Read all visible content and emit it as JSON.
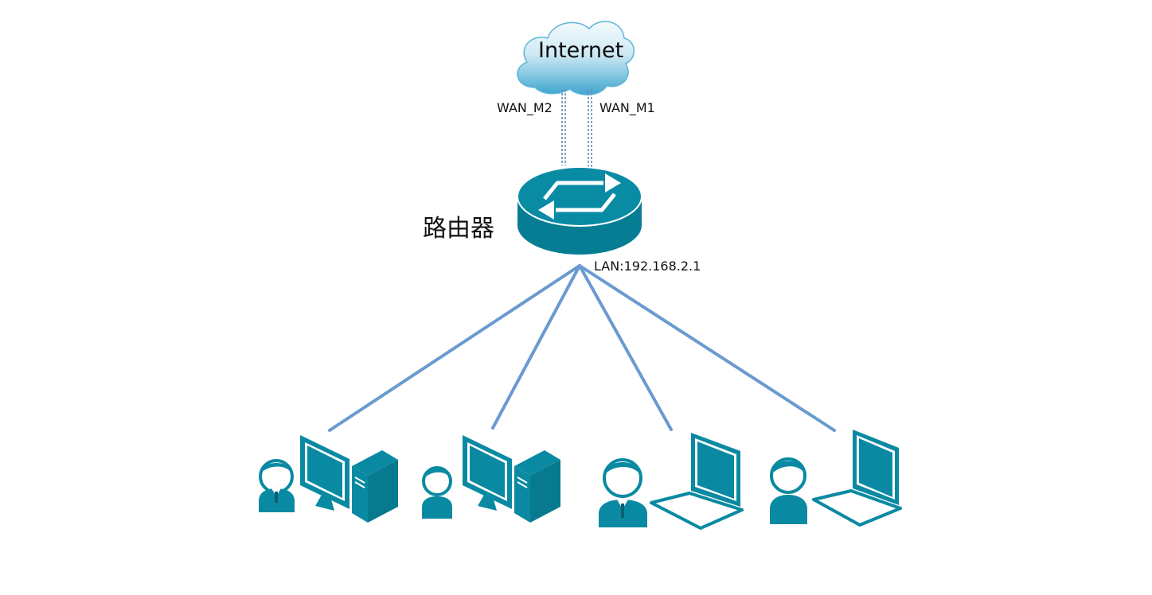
{
  "internet": {
    "label": "Internet"
  },
  "links": {
    "wan_left": "WAN_M2",
    "wan_right": "WAN_M1"
  },
  "router": {
    "name": "路由器",
    "lan": "LAN:192.168.2.1"
  },
  "clients": [
    {
      "type": "desktop",
      "user": "male-with-tie"
    },
    {
      "type": "desktop",
      "user": "female"
    },
    {
      "type": "laptop",
      "user": "male-with-tie"
    },
    {
      "type": "laptop",
      "user": "female"
    }
  ],
  "colors": {
    "teal": "#0a8aa2",
    "teal_dark": "#077a90",
    "link_blue": "#6a9ad0",
    "cloud_light": "#e9f6fb",
    "cloud_dark": "#4aaed3"
  }
}
